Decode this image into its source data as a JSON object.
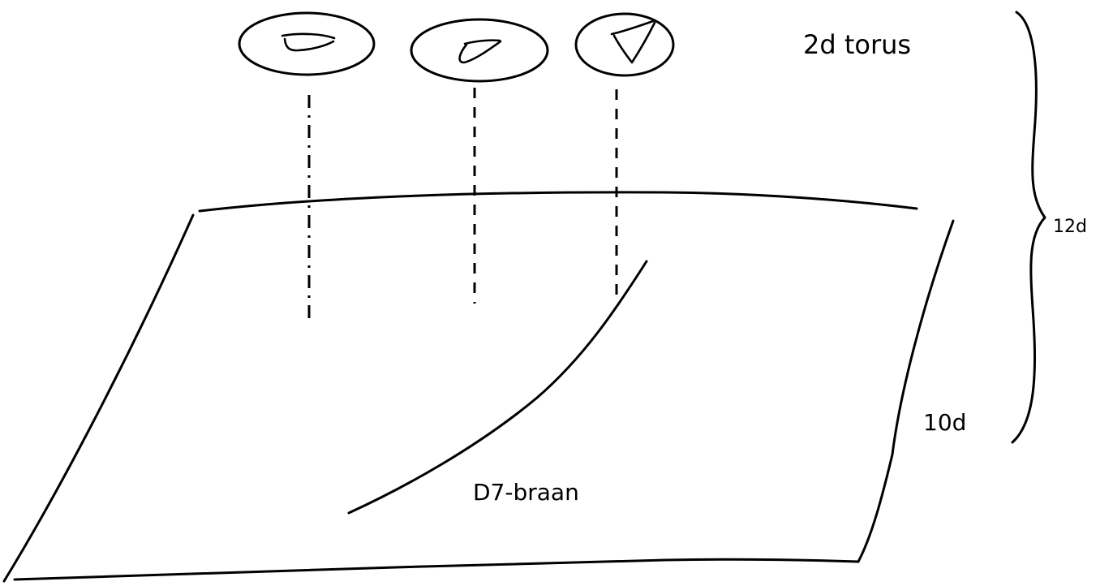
{
  "labels": {
    "torus": "2d torus",
    "total_dim": "12d",
    "base_dim": "10d",
    "brane": "D7-braan"
  },
  "colors": {
    "ink": "#000000",
    "background": "#ffffff"
  }
}
